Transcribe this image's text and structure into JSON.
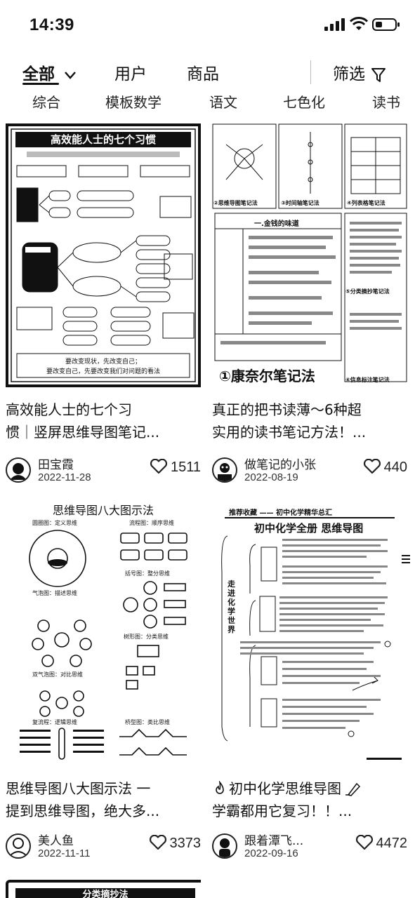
{
  "status_bar": {
    "time": "14:39"
  },
  "main_tabs": {
    "all": "全部",
    "users": "用户",
    "goods": "商品",
    "filter": "筛选"
  },
  "sub_tabs": [
    "综合",
    "模板数学",
    "语文",
    "七色化",
    "读书"
  ],
  "cards": [
    {
      "image_title": "高效能人士的七个习惯",
      "image_footer": [
        "要改变现状，先改变自己；",
        "要改变自己，先要改变我们对问题的看法"
      ],
      "title_lines": [
        "高效能人士的七个习",
        "惯｜竖屏思维导图笔记..."
      ],
      "author": "田宝霞",
      "date": "2022-11-28",
      "likes": "1511"
    },
    {
      "image_title": "①康奈尔笔记法",
      "image_labels": [
        "②思维导图笔记法",
        "③时间轴笔记法",
        "④列表格笔记法",
        "⑤分类摘抄笔记法",
        "⑥信息标注笔记法",
        "一.金钱的味道"
      ],
      "title_lines": [
        "真正的把书读薄～6种超",
        "实用的读书笔记方法！..."
      ],
      "author": "做笔记的小张",
      "date": "2022-08-19",
      "likes": "440"
    },
    {
      "image_title": "思维导图八大图示法",
      "image_labels": [
        "圆圈图：定义思维",
        "流程图：顺序思维",
        "气泡图：描述思维",
        "括号图：整分思维",
        "双气泡图：对比思维",
        "树形图：分类思维",
        "复流程：逻辑思维",
        "桥型图：类比思维"
      ],
      "title_lines": [
        "思维导图八大图示法 一",
        "提到思维导图，绝大多..."
      ],
      "author": "美人鱼",
      "date": "2022-11-11",
      "likes": "3373"
    },
    {
      "image_title": "初中化学全册 思维导图",
      "image_subtitle": "推荐收藏 —— 初中化学精华总汇",
      "image_side": "走进化学世界",
      "title_lines": [
        "初中化学思维导图",
        "学霸都用它复习！！..."
      ],
      "author": "跟着潭飞...",
      "date": "2022-09-16",
      "likes": "4472"
    }
  ],
  "next_card": {
    "image_title": "分类摘抄法"
  }
}
